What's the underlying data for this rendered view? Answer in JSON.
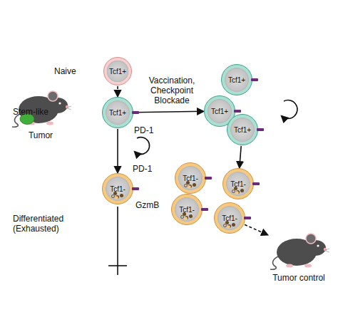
{
  "diagram": {
    "nodes": [
      {
        "text": [
          "Tcf1+"
        ]
      },
      {
        "text": [
          "Tumor"
        ]
      },
      {
        "text": [
          "Tcf1+"
        ]
      },
      {
        "text": [
          "Tcf1-"
        ]
      },
      {
        "text": [
          "Tcf1+"
        ]
      },
      {
        "text": [
          "Tcf1+"
        ]
      },
      {
        "text": [
          "Tcf1+"
        ]
      },
      {
        "text": [
          "Tcf1-"
        ]
      },
      {
        "text": [
          "Tcf1-"
        ]
      },
      {
        "text": [
          "Tcf1-"
        ]
      },
      {
        "text": [
          "Tcf1-"
        ]
      },
      {
        "text": [
          "Tumor control"
        ]
      }
    ],
    "edges": [
      {
        "from": 0,
        "to": 2,
        "arrow": "to"
      },
      {
        "from": 2,
        "to": 5,
        "label": "Vaccination, Checkpoint Blockade",
        "arrow": "to"
      },
      {
        "from": 2,
        "to": 3,
        "arrow": "to"
      },
      {
        "from": 6,
        "to": 8,
        "arrow": "to"
      },
      {
        "from": 10,
        "to": 11,
        "arrow": "to"
      }
    ],
    "labels": [
      "Naive",
      "Stem-like",
      "PD-1",
      "PD-1",
      "GzmB",
      "Differentiated (Exhausted)"
    ]
  }
}
